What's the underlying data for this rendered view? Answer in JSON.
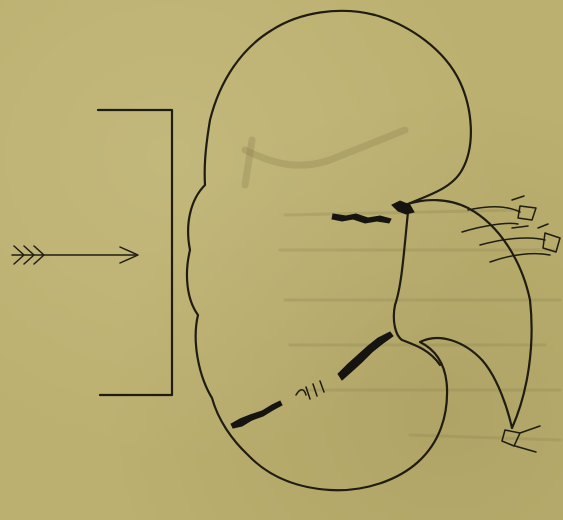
{
  "figure": {
    "background_color": "#bcb070",
    "ink_color": "#1f1d12",
    "elements": [
      "direction-arrow",
      "bracket",
      "outer-organ-outline",
      "lower-lobe-outline",
      "vessel-ligatures",
      "incision-marks",
      "stitch-marks"
    ]
  }
}
